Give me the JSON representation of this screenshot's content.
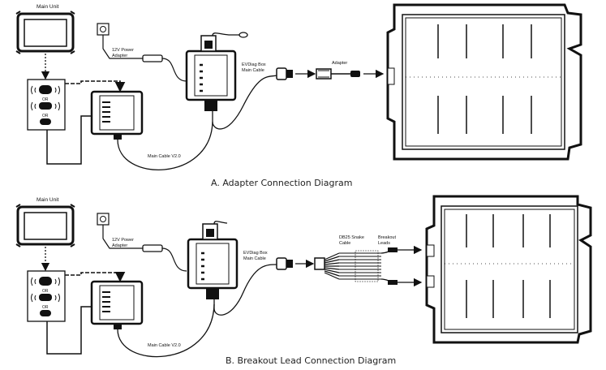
{
  "diagrams": [
    {
      "caption": "A. Adapter Connection Diagram",
      "main_unit_label": "Main Unit",
      "or_label_1": "OR",
      "or_label_2": "OR",
      "power_adapter_label": [
        "12V Power",
        "Adapter"
      ],
      "main_cable_label": [
        "EVDiag Box",
        "Main Cable"
      ],
      "cable_v2_label": "Main Cable V2.0",
      "adapter_label": "Adapter"
    },
    {
      "caption": "B. Breakout Lead Connection Diagram",
      "main_unit_label": "Main Unit",
      "or_label_1": "OR",
      "or_label_2": "OR",
      "power_adapter_label": [
        "12V Power",
        "Adapter"
      ],
      "main_cable_label": [
        "EVDiag Box",
        "Main Cable"
      ],
      "cable_v2_label": "Main Cable V2.0",
      "snake_cable_label": [
        "DB25 Snake",
        "Cable"
      ],
      "breakout_label": [
        "Breakout",
        "Leads"
      ]
    }
  ]
}
